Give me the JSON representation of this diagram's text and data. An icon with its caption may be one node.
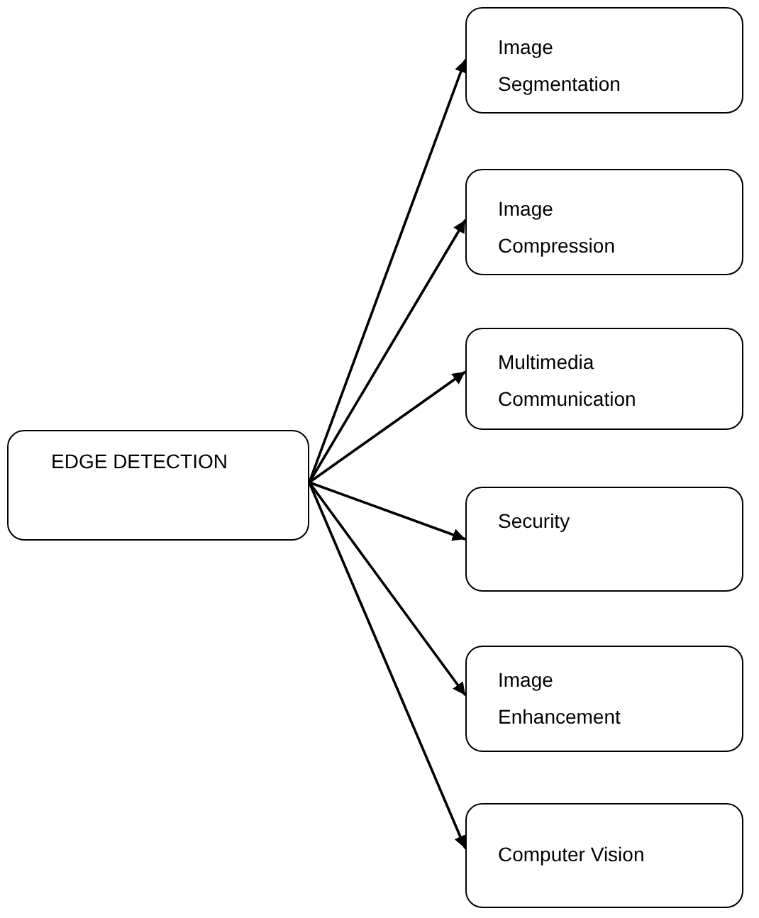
{
  "diagram": {
    "nodes": [
      {
        "text": [
          "EDGE DETECTION"
        ]
      },
      {
        "text": [
          "Image Segmentation"
        ]
      },
      {
        "text": [
          "Image Compression"
        ]
      },
      {
        "text": [
          "Multimedia Communication"
        ]
      },
      {
        "text": [
          "Security"
        ]
      },
      {
        "text": [
          "Image Enhancement"
        ]
      },
      {
        "text": [
          "Computer Vision"
        ]
      }
    ],
    "edges": [
      {
        "from": 0,
        "to": 1,
        "arrow": "to"
      },
      {
        "from": 0,
        "to": 2,
        "arrow": "to"
      },
      {
        "from": 0,
        "to": 3,
        "arrow": "to"
      },
      {
        "from": 0,
        "to": 4,
        "arrow": "to"
      },
      {
        "from": 0,
        "to": 5,
        "arrow": "to"
      },
      {
        "from": 0,
        "to": 6,
        "arrow": "to"
      }
    ]
  }
}
